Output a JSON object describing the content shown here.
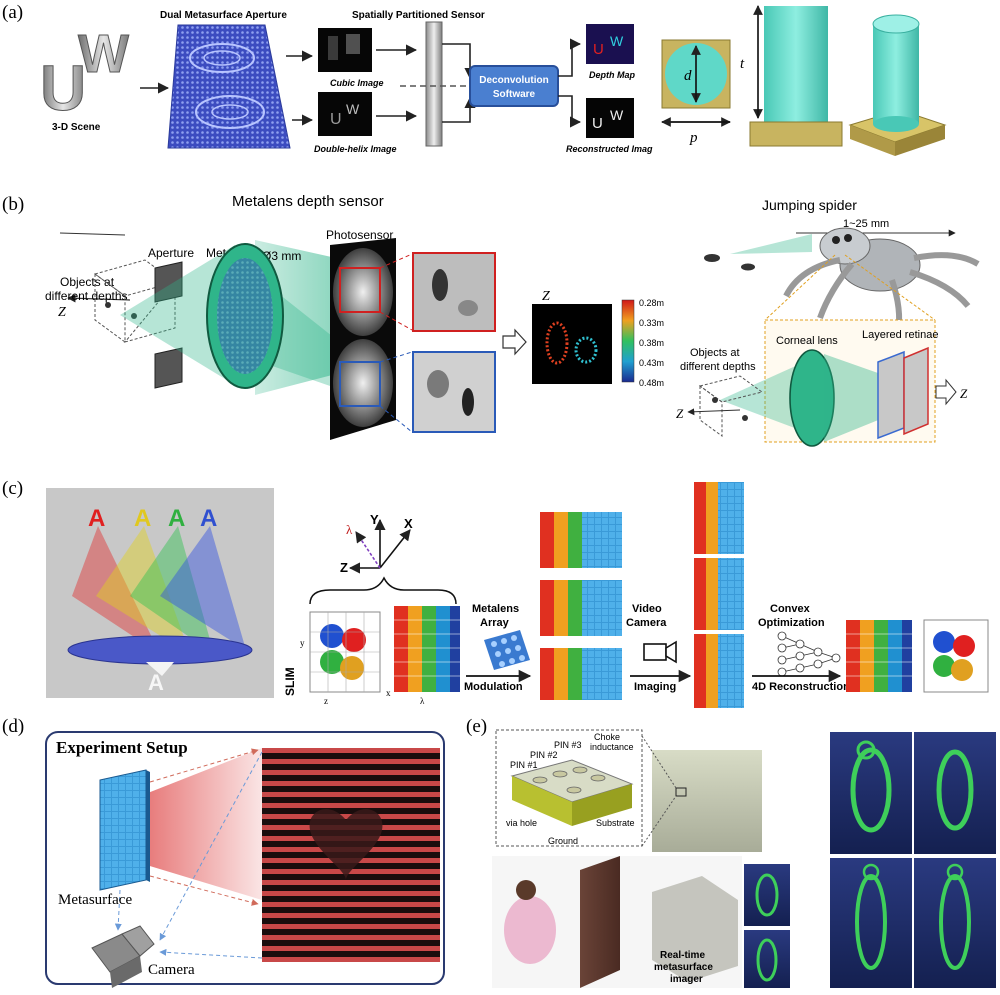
{
  "panels": {
    "a": {
      "label": "(a)",
      "scene_label": "3-D Scene",
      "scene_letters": [
        "U",
        "W"
      ],
      "aperture_title": "Dual Metasurface Aperture",
      "sensor_title": "Spatially Partitioned Sensor",
      "cubic_label": "Cubic Image",
      "helix_label": "Double-helix Image",
      "software_label_1": "Deconvolution",
      "software_label_2": "Software",
      "depth_label": "Depth Map",
      "recon_label": "Reconstructed Imag",
      "dim_d": "d",
      "dim_t": "t",
      "dim_p": "p"
    },
    "b": {
      "label": "(b)",
      "title": "Metalens depth sensor",
      "aperture": "Aperture",
      "metalens": "Metalens",
      "diameter": "Ø3 mm",
      "photosensor": "Photosensor",
      "objects_1": "Objects at",
      "objects_2": "different depths",
      "z_axis": "Z",
      "depth_z": "Z",
      "colorbar_ticks": [
        "0.28m",
        "0.33m",
        "0.38m",
        "0.43m",
        "0.48m"
      ],
      "spider_title": "Jumping spider",
      "spider_range": "1~25 mm",
      "corneal_lens": "Corneal lens",
      "layered_retinae": "Layered retinae",
      "objects2_1": "Objects at",
      "objects2_2": "different depths",
      "z_axis_2": "Z",
      "z_axis_3": "Z"
    },
    "c": {
      "label": "(c)",
      "letters": [
        "A",
        "A",
        "A",
        "A"
      ],
      "base_letter": "A",
      "axis_lambda": "λ",
      "axis_y": "Y",
      "axis_x": "X",
      "axis_z": "Z",
      "slim": "SLIM",
      "metalens_array_1": "Metalens",
      "metalens_array_2": "Array",
      "modulation": "Modulation",
      "video_camera_1": "Video",
      "video_camera_2": "Camera",
      "imaging": "Imaging",
      "convex_1": "Convex",
      "convex_2": "Optimization",
      "reconstruction": "4D Reconstruction",
      "cube_y": "y",
      "cube_x": "x",
      "cube_z": "z",
      "cube_lambda": "λ"
    },
    "d": {
      "label": "(d)",
      "title": "Experiment Setup",
      "metasurface": "Metasurface",
      "camera": "Camera"
    },
    "e": {
      "label": "(e)",
      "pin1": "PIN #1",
      "pin2": "PIN #2",
      "pin3": "PIN #3",
      "choke_1": "Choke",
      "choke_2": "inductance",
      "via_hole": "via hole",
      "ground": "Ground",
      "substrate": "Substrate",
      "imager_1": "Real-time",
      "imager_2": "metasurface",
      "imager_3": "imager"
    }
  },
  "colors": {
    "metalens_green": "#2fb58a",
    "deconv_blue": "#4a7fd0",
    "pillar_cyan": "#5fd8c8",
    "substrate_gold": "#c8b460",
    "stripe_red": "#d04848",
    "mw_green": "#3ecf5a",
    "mw_bg": "#1c2a5e"
  }
}
